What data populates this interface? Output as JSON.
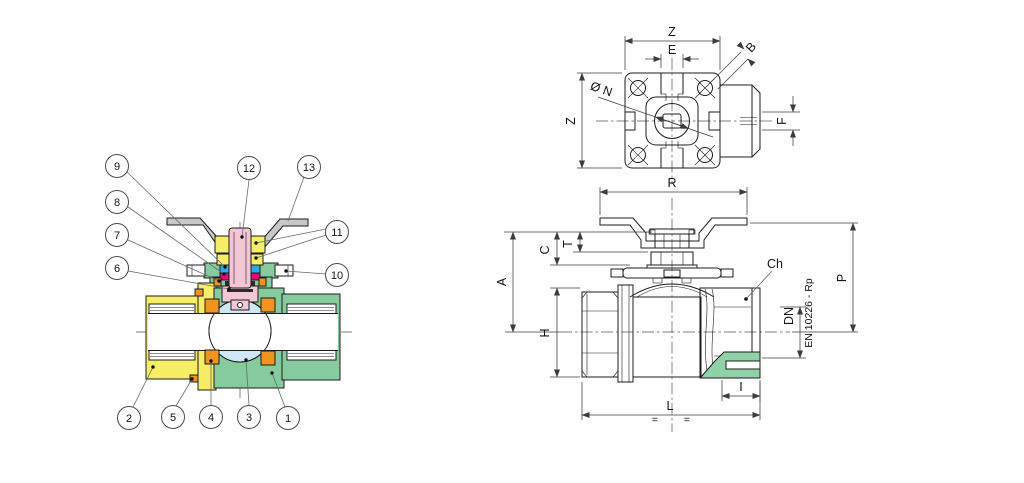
{
  "figure": {
    "description": "Two-piece ball valve technical drawing: colored cross-section with numbered part callouts on the left, dimensioned top and front engineering views on the right"
  },
  "section_view": {
    "callouts": {
      "n1": "1",
      "n2": "2",
      "n3": "3",
      "n4": "4",
      "n5": "5",
      "n6": "6",
      "n7": "7",
      "n8": "8",
      "n9": "9",
      "n10": "10",
      "n11": "11",
      "n12": "12",
      "n13": "13"
    }
  },
  "top_view": {
    "dims": {
      "z_top": "Z",
      "e": "E",
      "b": "B",
      "n_diameter": "Ø N",
      "z_left": "Z",
      "f": "F"
    }
  },
  "front_view": {
    "dims": {
      "r": "R",
      "a": "A",
      "c": "C",
      "t": "T",
      "h": "H",
      "p": "P",
      "dn": "DN",
      "i": "I",
      "l": "L"
    },
    "labels": {
      "ch": "Ch",
      "thread_standard": "EN 10226 - Rp",
      "eq_left": "=",
      "eq_right": "="
    }
  },
  "colors": {
    "body_green": "#85cb9e",
    "adapter_yellow": "#f6ee66",
    "seat_orange": "#f0931f",
    "ball_blue": "#cfe8f6",
    "stem_pink": "#f5c6d6",
    "handle_gray": "#c8c8c8",
    "seal_cyan": "#29abe2",
    "seal_magenta": "#e8007d",
    "packing_dark": "#2b2b2b",
    "thread_section_green": "#8fd2a7",
    "line": "#1c1c1c",
    "dim_line": "#3c3c3c"
  }
}
